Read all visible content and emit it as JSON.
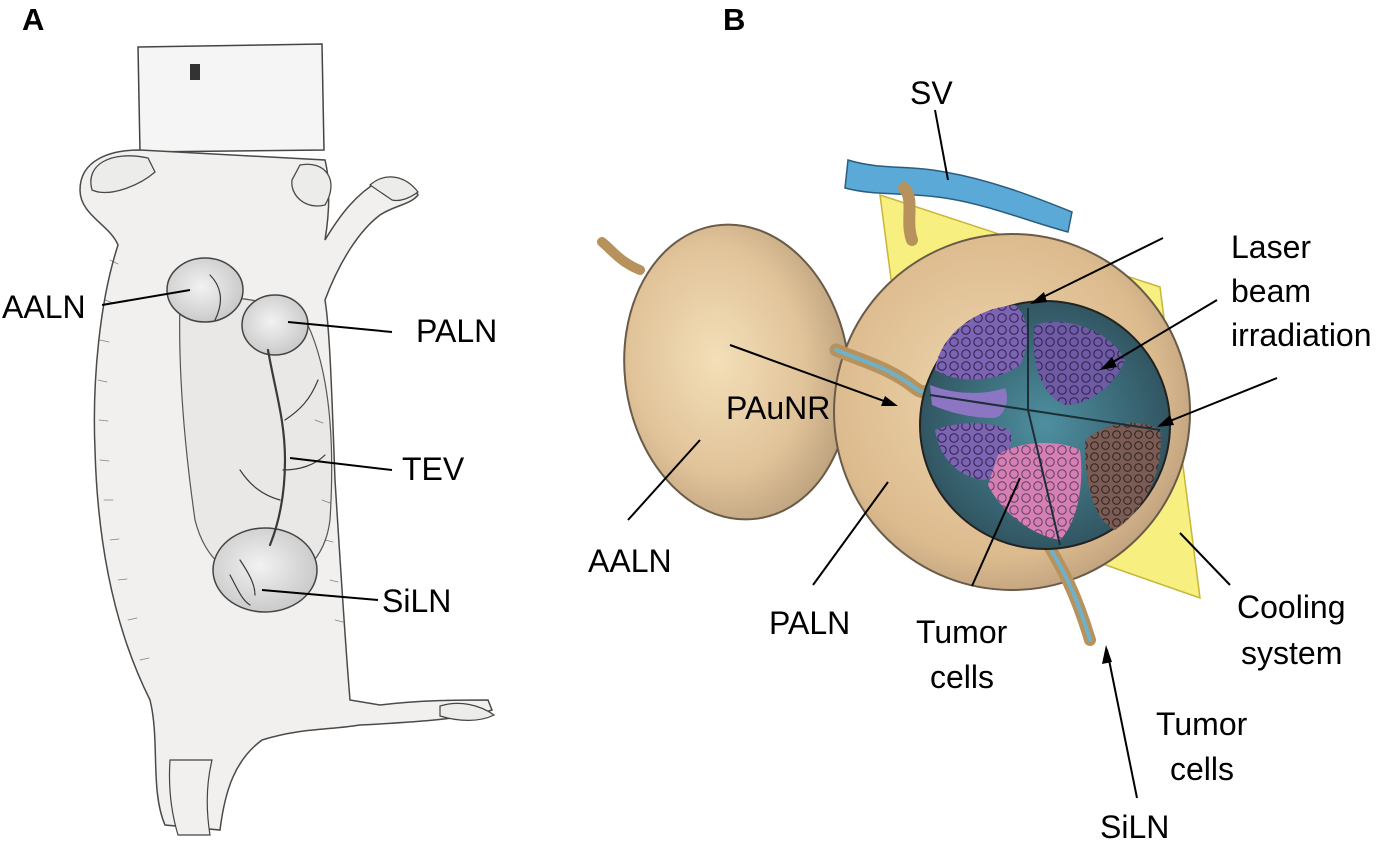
{
  "panels": {
    "a": {
      "letter": "A",
      "labels": {
        "aaln": "AALN",
        "paln": "PALN",
        "tev": "TEV",
        "siln": "SiLN"
      }
    },
    "b": {
      "letter": "B",
      "labels": {
        "sv": "SV",
        "laser": [
          "Laser",
          "beam",
          "irradiation"
        ],
        "paunr": "PAuNR",
        "aaln": "AALN",
        "paln": "PALN",
        "tumor_cells_1": [
          "Tumor",
          "cells"
        ],
        "cooling": [
          "Cooling",
          "system"
        ],
        "tumor_cells_2": [
          "Tumor",
          "cells"
        ],
        "siln": "SiLN"
      }
    }
  },
  "colors": {
    "ink": "#000000",
    "mouse_body": "#f1f0ee",
    "lymph_node": "#e2c79f",
    "vessel": "#5aa9d6",
    "cooling_plate": "#f6ec6a",
    "tumor_purple": "#7d63b4",
    "tumor_pink": "#d67fb3",
    "tumor_brown": "#7a5c55"
  }
}
